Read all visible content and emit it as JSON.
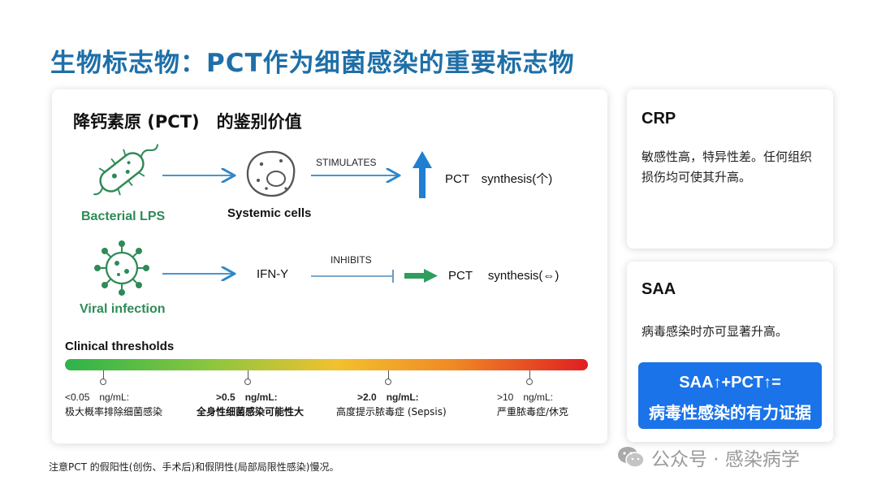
{
  "page_title": "生物标志物：PCT作为细菌感染的重要标志物",
  "main_card": {
    "heading": "降钙素原 (PCT)　的鉴别价值",
    "row1": {
      "source": "Bacterial LPS",
      "target": "Systemic cells",
      "action": "STIMULATES",
      "result": "PCT　synthesis(个)"
    },
    "row2": {
      "source": "Viral infection",
      "target": "IFN-Y",
      "action": "INHIBITS",
      "result": "PCT　 synthesis(⇔)"
    },
    "thresholds": {
      "title": "Clinical thresholds",
      "items": [
        {
          "value": "<0.05　ng/mL:",
          "desc": "极大概率排除细菌感染"
        },
        {
          "value": ">0.5　ng/mL:",
          "desc": "全身性细菌感染可能性大"
        },
        {
          "value": ">2.0　ng/mL:",
          "desc": "高度提示脓毒症 (Sepsis)"
        },
        {
          "value": ">10　ng/mL:",
          "desc": "严重脓毒症/休克"
        }
      ]
    }
  },
  "crp_card": {
    "title": "CRP",
    "text": "敏感性高，特异性差。任何组织损伤均可使其升高。"
  },
  "saa_card": {
    "title": "SAA",
    "text": "病毒感染时亦可显著升高。",
    "highlight_line1": "SAA↑+PCT↑=",
    "highlight_line2": "病毒性感染的有力证据"
  },
  "footnote": "注意PCT 的假阳性(创伤、手术后)和假阴性(局部局限性感染)慢况。",
  "watermark": "公众号 · 感染病学",
  "colors": {
    "title_blue": "#1e6fa8",
    "arrow_blue": "#2f86c8",
    "green": "#2e8b57",
    "highlight_blue": "#1a73e8"
  },
  "icons": [
    "bacterium-icon",
    "cell-icon",
    "virus-icon",
    "up-arrow-icon",
    "wechat-icon"
  ]
}
